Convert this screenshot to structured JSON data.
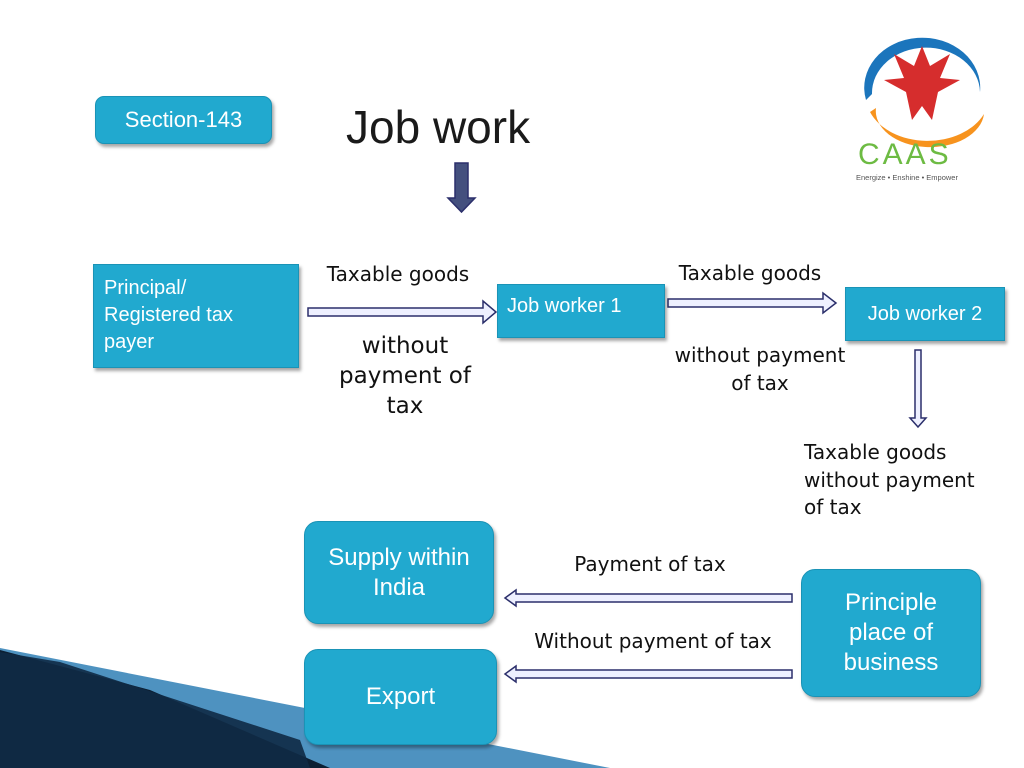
{
  "section_badge": "Section-143",
  "title": "Job work",
  "logo": {
    "text": "CAAS",
    "tagline": "Energize • Enshine • Empower",
    "icon": "phoenix-icon",
    "colors": {
      "blue": "#1b75bc",
      "orange": "#f7931e",
      "red": "#d62d2d",
      "green": "#6dbb43",
      "text_gray": "#555555"
    }
  },
  "nodes": {
    "principal": "Principal/ Registered tax payer",
    "job_worker_1": "Job worker 1",
    "job_worker_2": "Job worker 2",
    "supply_india": "Supply within India",
    "export": "Export",
    "principal_place": "Principle place of business"
  },
  "edge_labels": {
    "p_to_jw1_top": "Taxable goods",
    "p_to_jw1_bottom": "without payment of tax",
    "jw1_to_jw2_top": "Taxable goods",
    "jw1_to_jw2_bottom": "without payment of tax",
    "jw2_to_ppb": "Taxable goods without payment of tax",
    "ppb_to_supply": "Payment of tax",
    "ppb_to_export": "Without payment of tax"
  },
  "colors": {
    "box_fill": "#21a9cf",
    "box_text": "#ffffff",
    "arrow_fill": "#eef0ff",
    "arrow_stroke": "#2b2f6b",
    "title_arrow": "#44507e",
    "corner_dark": "#0c1f33",
    "corner_blue": "#2f7fb5"
  }
}
